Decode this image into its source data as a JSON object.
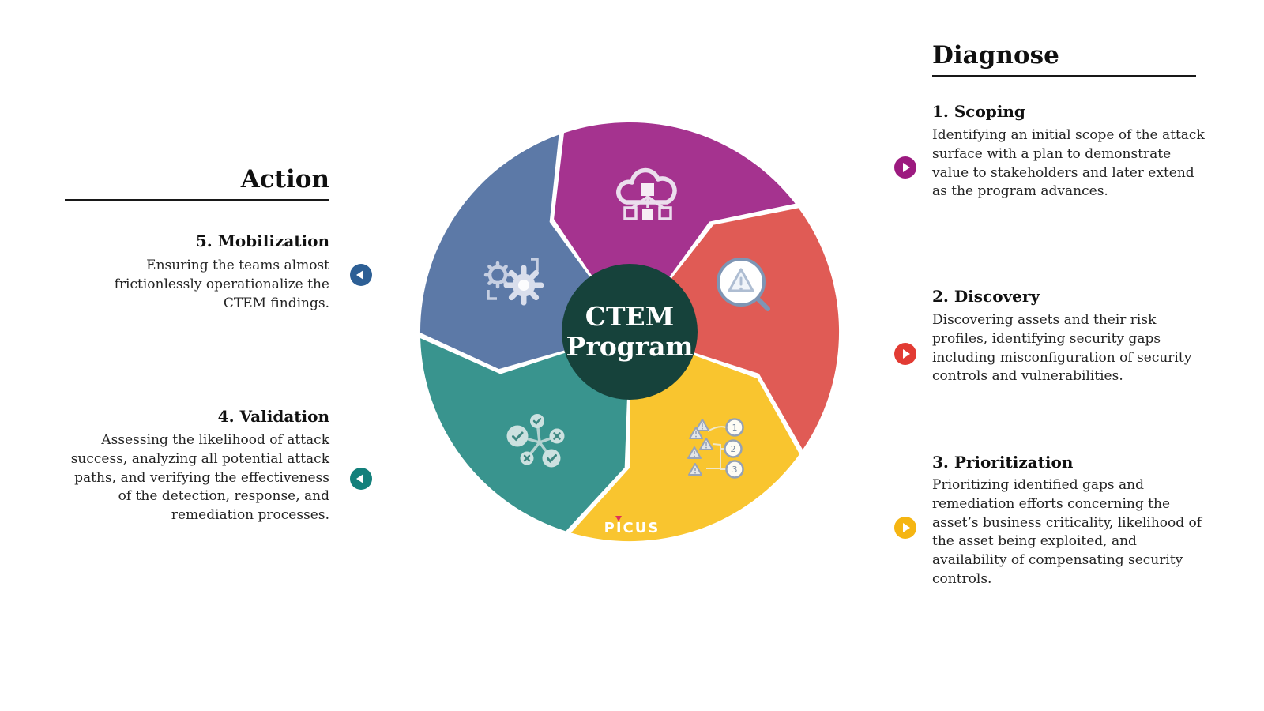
{
  "brand": {
    "logo_text": "PICUS",
    "accent_color": "#E0305A"
  },
  "center": {
    "title_line1": "CTEM",
    "title_line2": "Program",
    "bg_color": "#16423B"
  },
  "wheel": {
    "segments": [
      {
        "name": "scoping",
        "color": "#A5338F",
        "icon": "cloud-network-icon"
      },
      {
        "name": "discovery",
        "color": "#E05B55",
        "icon": "risk-magnifier-icon"
      },
      {
        "name": "prioritization",
        "color": "#F9C52F",
        "icon": "ranked-alerts-icon"
      },
      {
        "name": "validation",
        "color": "#39948E",
        "icon": "check-cross-network-icon"
      },
      {
        "name": "mobilization",
        "color": "#5C79A7",
        "icon": "gears-icon"
      }
    ],
    "icon_numbers": [
      "1",
      "2",
      "3"
    ]
  },
  "diagnose": {
    "title": "Diagnose",
    "items": [
      {
        "title": "1. Scoping",
        "body": "Identifying an initial scope of the attack surface with a plan to demonstrate value to stakeholders and later extend as the program advances.",
        "bullet_color": "#9C1A7F"
      },
      {
        "title": "2. Discovery",
        "body": "Discovering assets and their risk profiles,  identifying security gaps including misconfiguration of security controls and  vulnerabilities.",
        "bullet_color": "#E23B33"
      },
      {
        "title": "3. Prioritization",
        "body": "Prioritizing identified gaps and remediation efforts concerning the asset’s business criticality, likelihood of the asset being exploited, and availability of compensating security controls.",
        "bullet_color": "#F5B512"
      }
    ]
  },
  "action": {
    "title": "Action",
    "items": [
      {
        "title": "5. Mobilization",
        "body": "Ensuring the teams almost frictionlessly operationalize the CTEM findings.",
        "bullet_color": "#2D5F95"
      },
      {
        "title": "4. Validation",
        "body": "Assessing the likelihood of attack success, analyzing all potential attack paths, and verifying the effectiveness of the detection, response, and remediation processes.",
        "bullet_color": "#13807B"
      }
    ]
  }
}
